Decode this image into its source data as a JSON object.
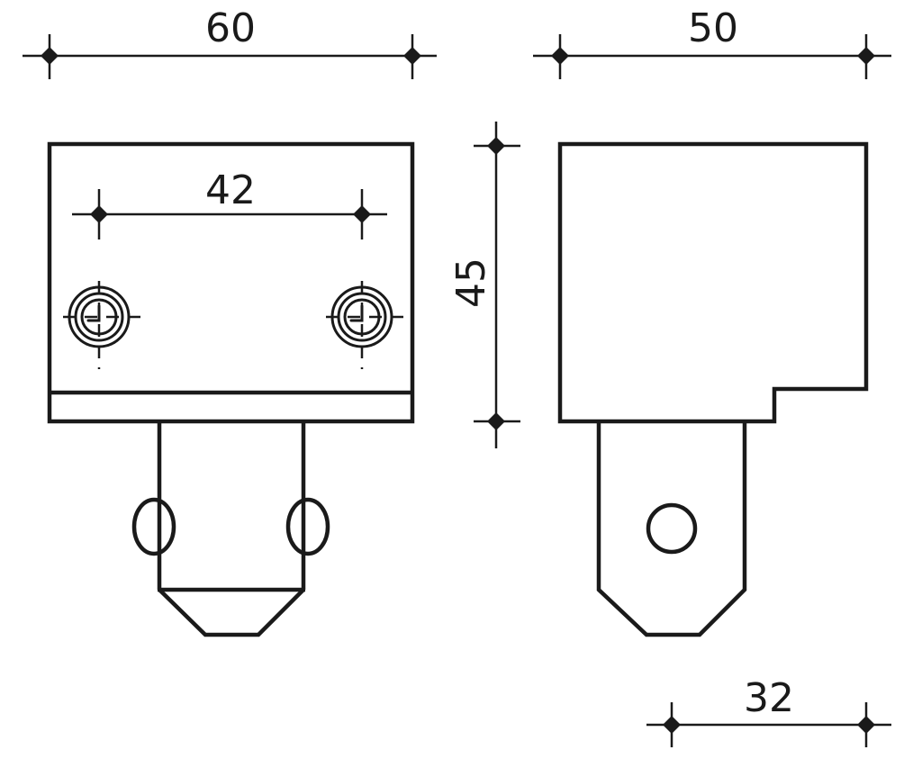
{
  "dimensions": {
    "front_width": "60",
    "hole_spacing": "42",
    "side_width": "50",
    "height": "45",
    "bottom_width": "32"
  }
}
